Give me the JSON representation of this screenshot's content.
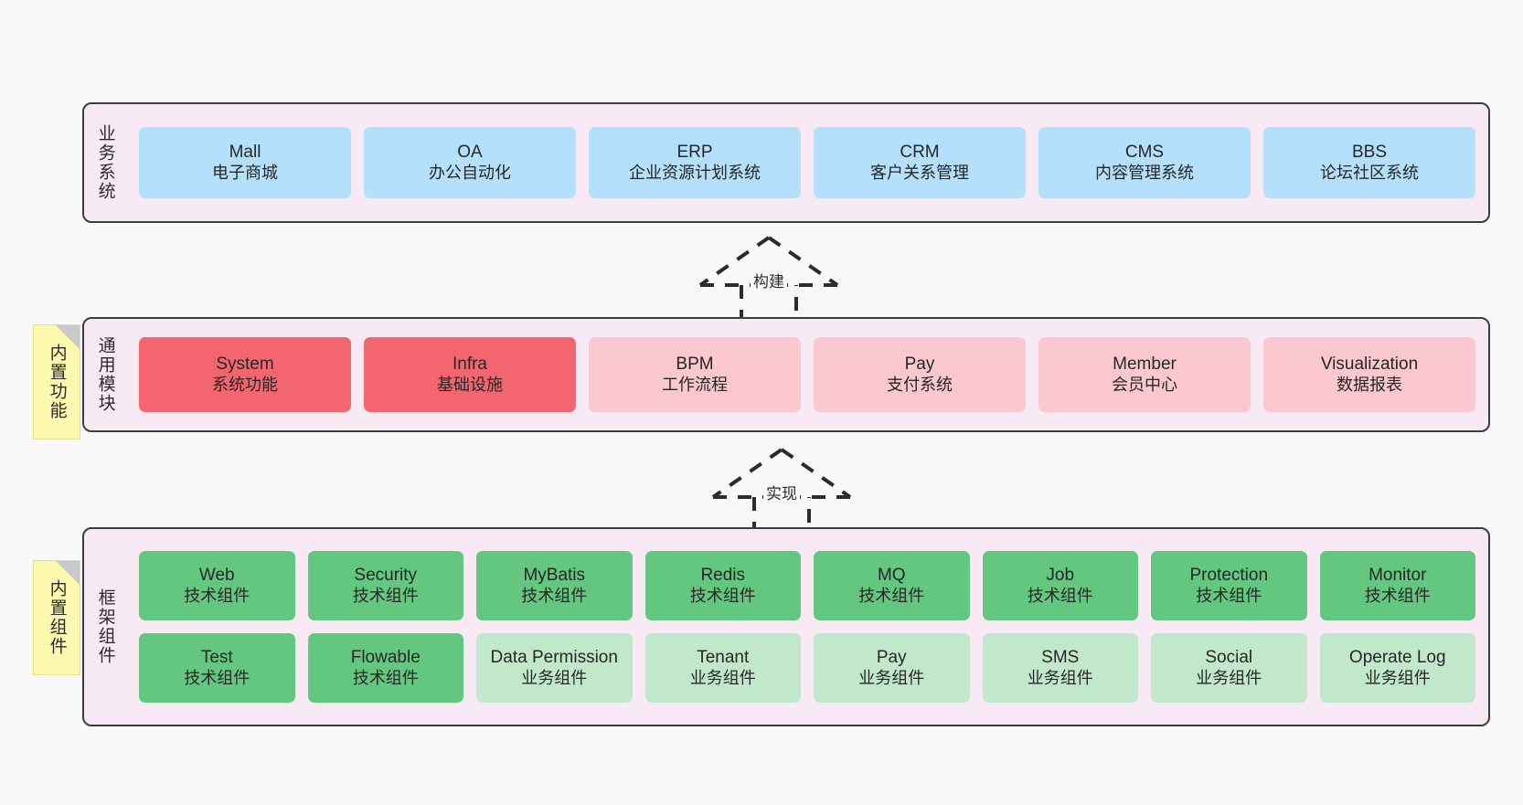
{
  "diagram": {
    "background": "#f9f9f9",
    "panel_bg": "#f7eaf4",
    "panel_border": "#3d3d3d",
    "note_bg": "#fcf8ad",
    "colors": {
      "business": "#b5e0fb",
      "module_primary": "#f4666f",
      "module_secondary": "#fbc8cf",
      "tech_component": "#63c77f",
      "business_component": "#c2e8cc"
    }
  },
  "layers": {
    "business": {
      "caption": "业务系统",
      "cards": [
        {
          "title": "Mall",
          "subtitle": "电子商城"
        },
        {
          "title": "OA",
          "subtitle": "办公自动化"
        },
        {
          "title": "ERP",
          "subtitle": "企业资源计划系统"
        },
        {
          "title": "CRM",
          "subtitle": "客户关系管理"
        },
        {
          "title": "CMS",
          "subtitle": "内容管理系统"
        },
        {
          "title": "BBS",
          "subtitle": "论坛社区系统"
        }
      ]
    },
    "modules": {
      "caption": "通用模块",
      "note": "内置功能",
      "cards": [
        {
          "title": "System",
          "subtitle": "系统功能",
          "variant": "primary"
        },
        {
          "title": "Infra",
          "subtitle": "基础设施",
          "variant": "primary"
        },
        {
          "title": "BPM",
          "subtitle": "工作流程",
          "variant": "secondary"
        },
        {
          "title": "Pay",
          "subtitle": "支付系统",
          "variant": "secondary"
        },
        {
          "title": "Member",
          "subtitle": "会员中心",
          "variant": "secondary"
        },
        {
          "title": "Visualization",
          "subtitle": "数据报表",
          "variant": "secondary"
        }
      ]
    },
    "framework": {
      "caption": "框架组件",
      "note": "内置组件",
      "row1": [
        {
          "title": "Web",
          "subtitle": "技术组件",
          "variant": "tech"
        },
        {
          "title": "Security",
          "subtitle": "技术组件",
          "variant": "tech"
        },
        {
          "title": "MyBatis",
          "subtitle": "技术组件",
          "variant": "tech"
        },
        {
          "title": "Redis",
          "subtitle": "技术组件",
          "variant": "tech"
        },
        {
          "title": "MQ",
          "subtitle": "技术组件",
          "variant": "tech"
        },
        {
          "title": "Job",
          "subtitle": "技术组件",
          "variant": "tech"
        },
        {
          "title": "Protection",
          "subtitle": "技术组件",
          "variant": "tech"
        },
        {
          "title": "Monitor",
          "subtitle": "技术组件",
          "variant": "tech"
        }
      ],
      "row2": [
        {
          "title": "Test",
          "subtitle": "技术组件",
          "variant": "tech"
        },
        {
          "title": "Flowable",
          "subtitle": "技术组件",
          "variant": "tech"
        },
        {
          "title": "Data Permission",
          "subtitle": "业务组件",
          "variant": "biz"
        },
        {
          "title": "Tenant",
          "subtitle": "业务组件",
          "variant": "biz"
        },
        {
          "title": "Pay",
          "subtitle": "业务组件",
          "variant": "biz"
        },
        {
          "title": "SMS",
          "subtitle": "业务组件",
          "variant": "biz"
        },
        {
          "title": "Social",
          "subtitle": "业务组件",
          "variant": "biz"
        },
        {
          "title": "Operate Log",
          "subtitle": "业务组件",
          "variant": "biz"
        }
      ]
    }
  },
  "connectors": [
    {
      "label": "构建"
    },
    {
      "label": "实现"
    }
  ]
}
